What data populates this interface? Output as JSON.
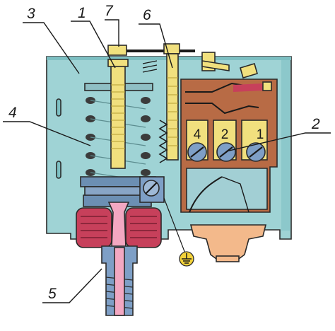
{
  "callouts": [
    {
      "id": "c1",
      "label": "1"
    },
    {
      "id": "c2",
      "label": "2"
    },
    {
      "id": "c3",
      "label": "3"
    },
    {
      "id": "c4",
      "label": "4"
    },
    {
      "id": "c5",
      "label": "5"
    },
    {
      "id": "c6",
      "label": "6"
    },
    {
      "id": "c7",
      "label": "7"
    }
  ],
  "terminals": [
    "4",
    "2",
    "1"
  ],
  "colors": {
    "housing": "#9fd3d5",
    "housing_dark": "#7dbfc2",
    "screw_yellow": "#f1e07e",
    "contact_brown": "#b86b45",
    "diaphragm_red": "#c7405b",
    "fitting_pink": "#f3a8c2",
    "coil_dark": "#3b3b3b",
    "nut_blue": "#7e9fc6",
    "ground_yellow": "#f3d23a",
    "bellows_orange": "#f3b98b"
  }
}
